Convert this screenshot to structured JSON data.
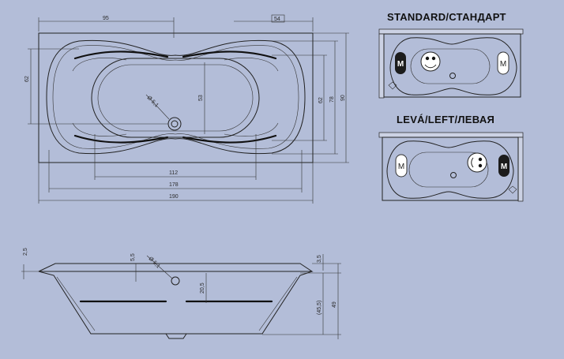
{
  "top_view": {
    "dims": {
      "d95": "95",
      "d54": "54",
      "d62_left": "62",
      "d53": "53",
      "d62_right": "62",
      "d78": "78",
      "d90": "90",
      "d112": "112",
      "d178": "178",
      "d190": "190",
      "drain_dia": "Ø 5,1"
    }
  },
  "side_view": {
    "dims": {
      "d2_5": "2,5",
      "d5_5": "5,5",
      "drain_dia": "Ø 5,1",
      "d20_5": "20,5",
      "d3_5": "3,5",
      "d45_5": "(45,5)",
      "d49": "49"
    }
  },
  "standard_view": {
    "title": "STANDARD/СТАНДАРТ",
    "left_badge": "M",
    "right_badge": "M"
  },
  "left_view": {
    "title": "LEVÁ/LEFT/ЛЕВАЯ",
    "left_badge": "M",
    "right_badge": "M"
  }
}
